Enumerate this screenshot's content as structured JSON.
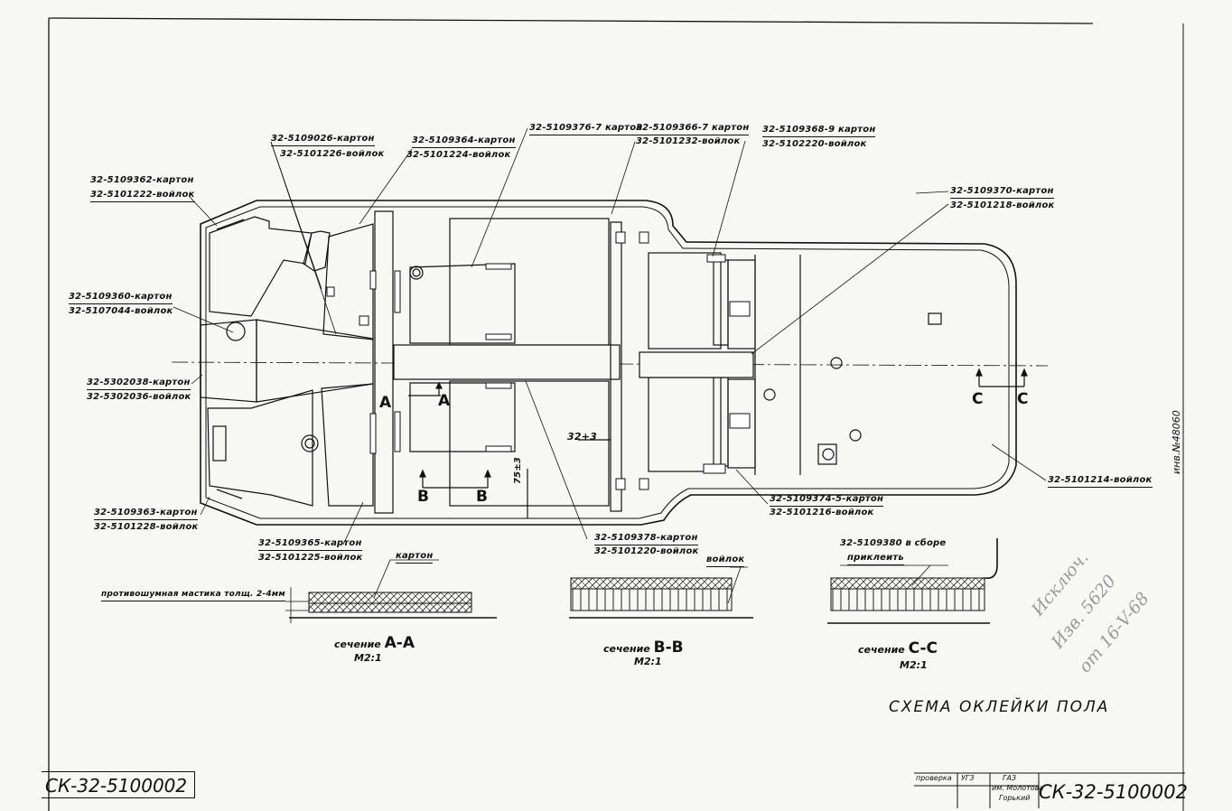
{
  "drawing": {
    "title": "СХЕМА ОКЛЕЙКИ ПОЛА",
    "code_left": "СК-32-5100002",
    "inventory": "инв.№48060",
    "stamp": {
      "check": "проверка",
      "otd": "УГЗ",
      "plant_line1": "ГАЗ",
      "plant_line2": "им. Молотова",
      "plant_line3": "Горький",
      "code": "СК-32-5100002"
    },
    "handwriting": {
      "line1": "Исключ.",
      "line2": "Изв. 5620",
      "line3": "от 16-V-68"
    }
  },
  "callouts": [
    {
      "id": "c01",
      "karton": "32-5109362-картон",
      "voylok": "32-5101222-войлок"
    },
    {
      "id": "c02",
      "karton": "32-5109026-картон",
      "voylok": "32-5101226-войлок"
    },
    {
      "id": "c03",
      "karton": "32-5109364-картон",
      "voylok": "32-5101224-войлок"
    },
    {
      "id": "c04",
      "karton": "32-5109376-7 картон",
      "voylok": ""
    },
    {
      "id": "c05",
      "karton": "32-5109366-7 картон",
      "voylok": "32-5101232-войлок"
    },
    {
      "id": "c06",
      "karton": "32-5109368-9 картон",
      "voylok": "32-5102220-войлок"
    },
    {
      "id": "c07",
      "karton": "32-5109370-картон",
      "voylok": "32-5101218-войлок"
    },
    {
      "id": "c08",
      "karton": "32-5109360-картон",
      "voylok": "32-5107044-войлок"
    },
    {
      "id": "c09",
      "karton": "32-5302038-картон",
      "voylok": "32-5302036-войлок"
    },
    {
      "id": "c10",
      "karton": "32-5109363-картон",
      "voylok": "32-5101228-войлок"
    },
    {
      "id": "c11",
      "karton": "32-5109365-картон",
      "voylok": "32-5101225-войлок"
    },
    {
      "id": "c12",
      "karton": "32-5109378-картон",
      "voylok": "32-5101220-войлок"
    },
    {
      "id": "c13",
      "karton": "32-5109374-5-картон",
      "voylok": "32-5101216-войлок"
    },
    {
      "id": "c14",
      "karton": "",
      "voylok": "32-5101214-войлок"
    }
  ],
  "section_marks": {
    "a": "A",
    "b": "B",
    "c": "C"
  },
  "dims": {
    "d1": "32+3",
    "d2": "75±3"
  },
  "sections": [
    {
      "id": "aa",
      "name_prefix": "сечение",
      "name_letter": "A-A",
      "scale": "М2:1",
      "labels": {
        "top": "картон",
        "left": "противошумная мастика толщ. 2-4мм"
      }
    },
    {
      "id": "bb",
      "name_prefix": "сечение",
      "name_letter": "B-B",
      "scale": "М2:1",
      "labels": {
        "top": "войлок"
      }
    },
    {
      "id": "cc",
      "name_prefix": "сечение",
      "name_letter": "C-C",
      "scale": "М2:1",
      "labels": {
        "top1": "32-5109380 в сборе",
        "top2": "приклеить"
      }
    }
  ]
}
